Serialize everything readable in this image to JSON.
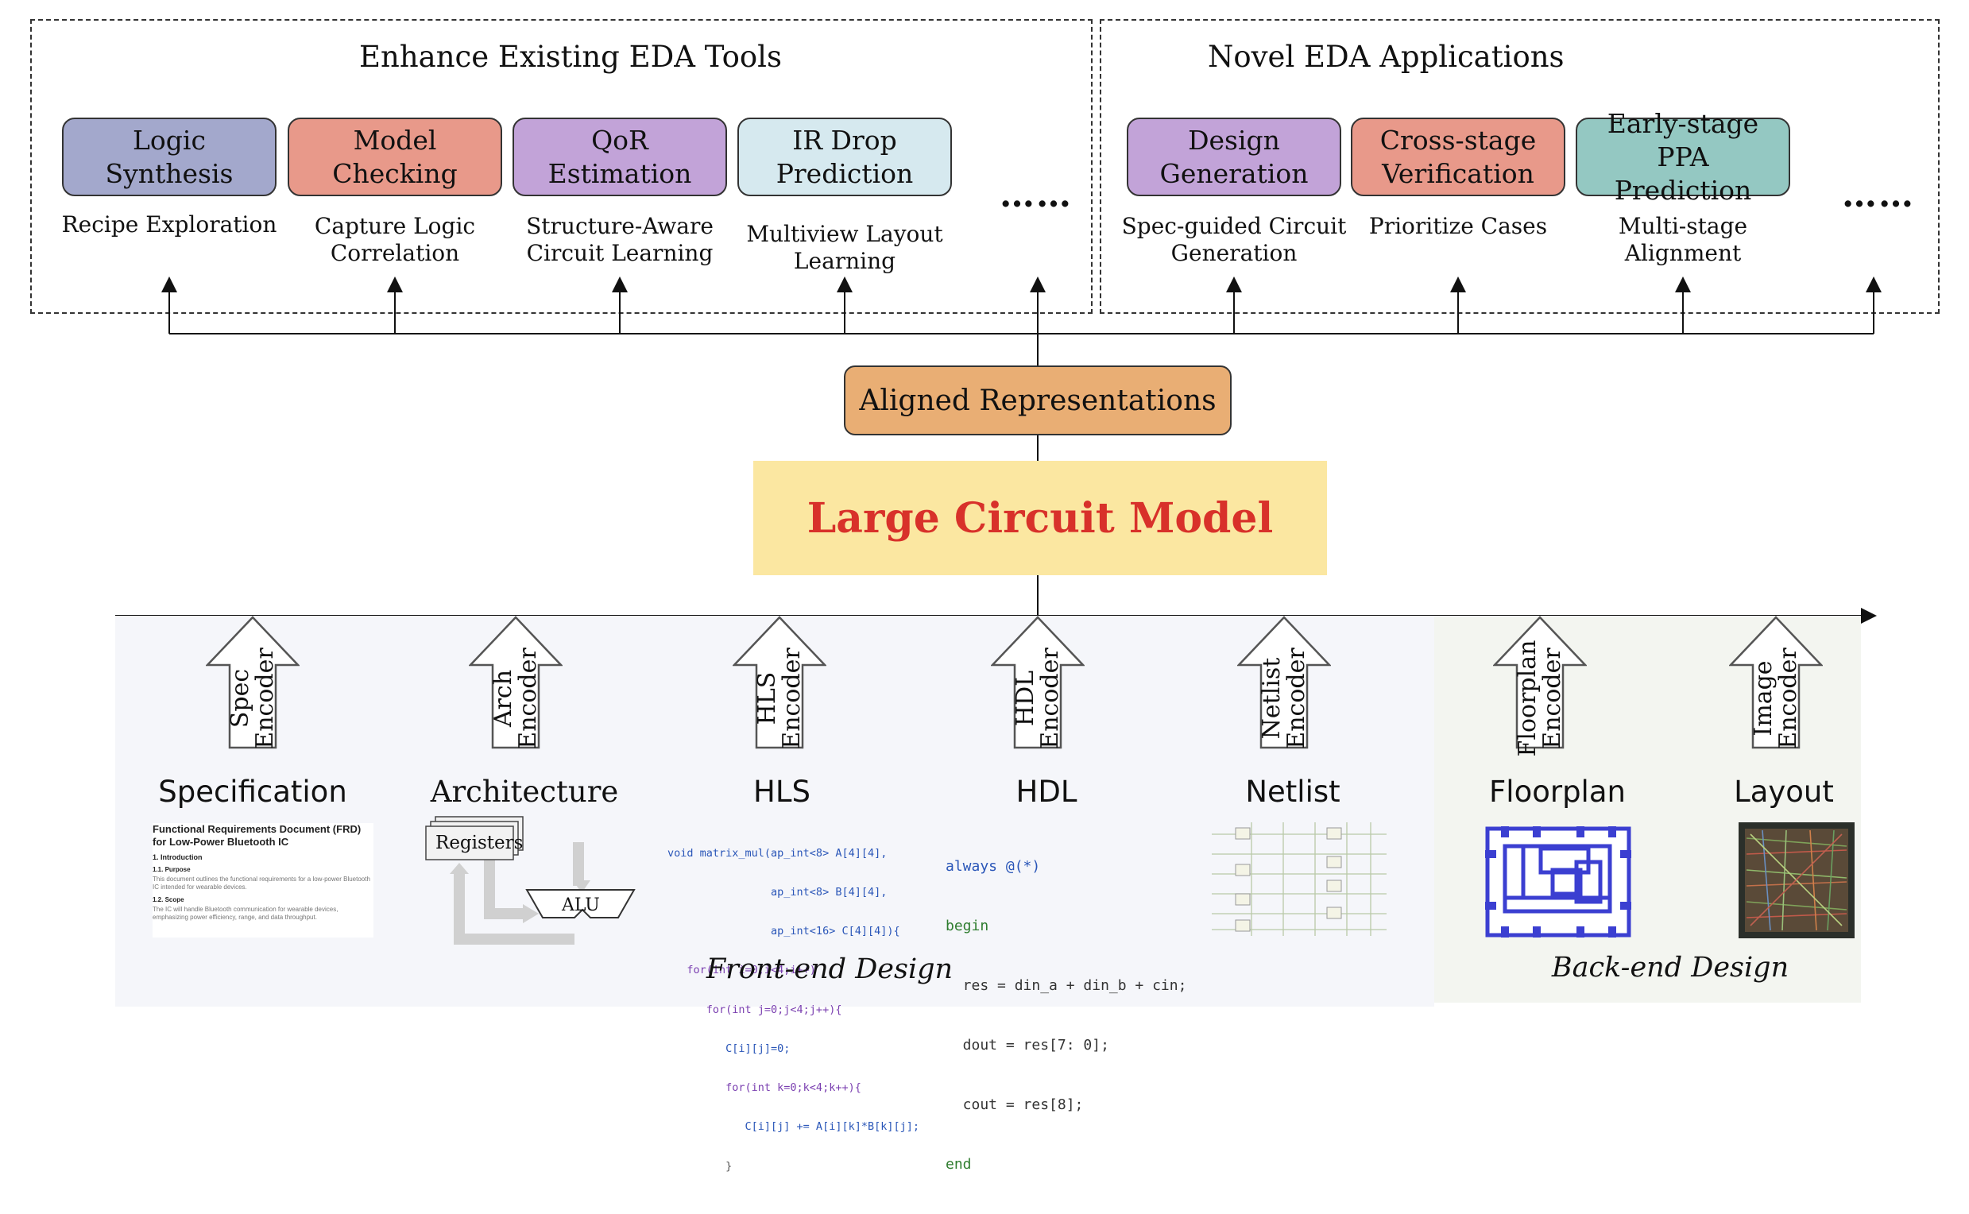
{
  "panels": {
    "enhance": {
      "title": "Enhance Existing EDA Tools",
      "tools": [
        {
          "label": "Logic Synthesis",
          "sub": "Recipe Exploration",
          "color": "#A3A8CC"
        },
        {
          "label": "Model Checking",
          "sub": "Capture Logic\nCorrelation",
          "color": "#E8998A"
        },
        {
          "label": "QoR Estimation",
          "sub": "Structure-Aware\nCircuit Learning",
          "color": "#C2A3D8"
        },
        {
          "label": "IR Drop\nPrediction",
          "sub": "Multiview Layout\nLearning",
          "color": "#D6E9EF"
        }
      ],
      "more": "……"
    },
    "novel": {
      "title": "Novel EDA Applications",
      "tools": [
        {
          "label": "Design Generation",
          "sub": "Spec-guided Circuit\nGeneration",
          "color": "#C2A3D8"
        },
        {
          "label": "Cross-stage\nVerification",
          "sub": "Prioritize Cases",
          "color": "#E8998A"
        },
        {
          "label": "Early-stage PPA\nPrediction",
          "sub": "Multi-stage\nAlignment",
          "color": "#94C8C2"
        }
      ],
      "more": "……"
    }
  },
  "aligned_label": "Aligned Representations",
  "model_label": "Large Circuit Model",
  "stages": [
    {
      "label": "Specification",
      "encoder": "Spec\nEncoder"
    },
    {
      "label": "Architecture",
      "encoder": "Arch\nEncoder"
    },
    {
      "label": "HLS",
      "encoder": "HLS\nEncoder"
    },
    {
      "label": "HDL",
      "encoder": "HDL\nEncoder"
    },
    {
      "label": "Netlist",
      "encoder": "Netlist\nEncoder"
    },
    {
      "label": "Floorplan",
      "encoder": "Floorplan\nEncoder"
    },
    {
      "label": "Layout",
      "encoder": "Image\nEncoder"
    }
  ],
  "front_end_label": "Front-end Design",
  "back_end_label": "Back-end Design",
  "spec_doc": {
    "title": "Functional Requirements Document (FRD) for Low-Power Bluetooth IC",
    "h1": "1. Introduction",
    "h2": "1.1. Purpose",
    "p1": "This document outlines the functional requirements for a low-power Bluetooth IC intended for wearable devices.",
    "h3": "1.2. Scope",
    "p2": "The IC will handle Bluetooth communication for wearable devices, emphasizing power efficiency, range, and data throughput."
  },
  "arch_labels": {
    "registers": "Registers",
    "alu": "ALU"
  },
  "hls_code": [
    "void matrix_mul(ap_int<8> A[4][4],",
    "                ap_int<8> B[4][4],",
    "                ap_int<16> C[4][4]){",
    "   for(int i=0;i<4;i++)",
    "      for(int j=0;j<4;j++){",
    "         C[i][j]=0;",
    "         for(int k=0;k<4;k++){",
    "            C[i][j] += A[i][k]*B[k][j];",
    "         }"
  ],
  "hdl_code": [
    "always @(*)",
    "begin",
    "  res = din_a + din_b + cin;",
    "  dout = res[7: 0];",
    "  cout = res[8];",
    "end"
  ]
}
